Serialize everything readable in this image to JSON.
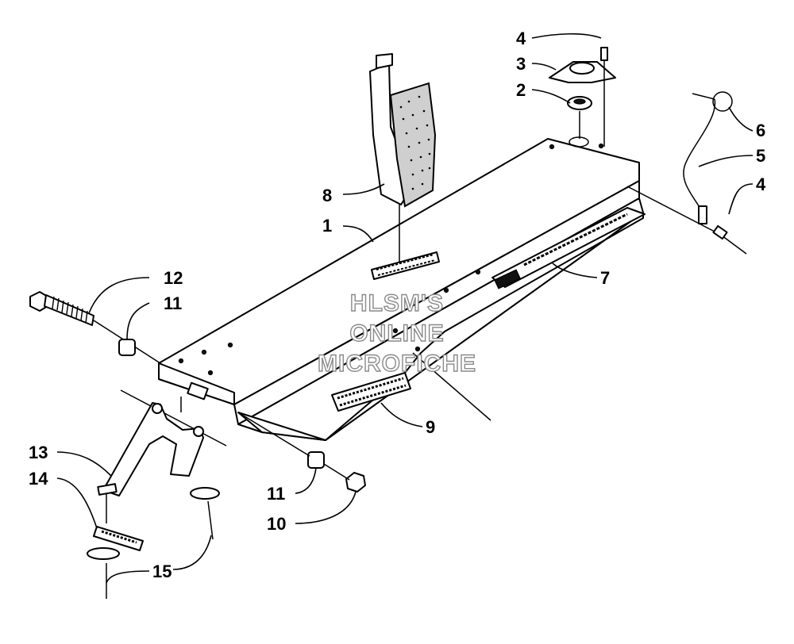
{
  "diagram": {
    "type": "exploded-parts-view",
    "callouts": [
      "1",
      "2",
      "3",
      "4",
      "4",
      "5",
      "6",
      "7",
      "8",
      "9",
      "10",
      "11",
      "11",
      "12",
      "13",
      "14",
      "15"
    ],
    "watermark": [
      "HLSM'S",
      "ONLINE",
      "MICROFICHE"
    ],
    "watermark_color": "#8a8a8a",
    "line_color": "#000000",
    "background": "#ffffff"
  }
}
